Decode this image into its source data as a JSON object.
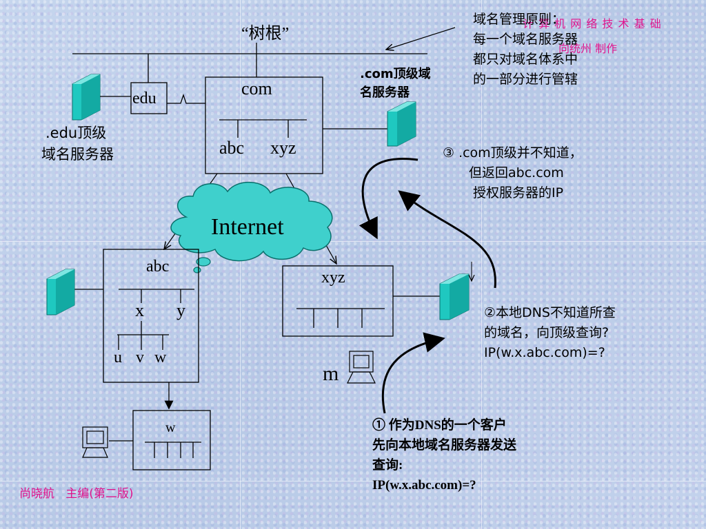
{
  "header": {
    "course_title": "计 算 机 网 络 技 术 基 础",
    "author_credit": "向统州 制作"
  },
  "tree_root_label": "“树根”",
  "nodes": {
    "edu": "edu",
    "com": "com",
    "abc_under_com": "abc",
    "xyz_under_com": "xyz",
    "internet": "Internet",
    "abc_domain": "abc",
    "x": "x",
    "y": "y",
    "u": "u",
    "v": "v",
    "w_leaf": "w",
    "xyz_domain": "xyz",
    "w_host": "w",
    "m_host": "m"
  },
  "labels": {
    "edu_server": [
      ".edu顶级",
      "域名服务器"
    ],
    "com_server": [
      ".com顶级域",
      "名服务器"
    ]
  },
  "principle": [
    "域名管理原则：",
    "每一个域名服务器",
    "都只对域名体系中",
    "的一部分进行管辖"
  ],
  "steps": {
    "step1": [
      "① 作为DNS的一个客户",
      "先向本地域名服务器发送",
      "查询:",
      "IP(w.x.abc.com)=?"
    ],
    "step2": [
      "②本地DNS不知道所查",
      "的域名，向顶级查询?",
      "IP(w.x.abc.com)=?"
    ],
    "step3": [
      "③ .com顶级并不知道，",
      "但返回abc.com",
      "授权服务器的IP"
    ]
  },
  "footer": "尚晓航   主编(第二版)",
  "colors": {
    "server": "#1fc8c0",
    "server_dark": "#0f8f8a",
    "cloud": "#3fd0cc",
    "magenta": "#e0138c",
    "background": "#bcd0ea"
  }
}
